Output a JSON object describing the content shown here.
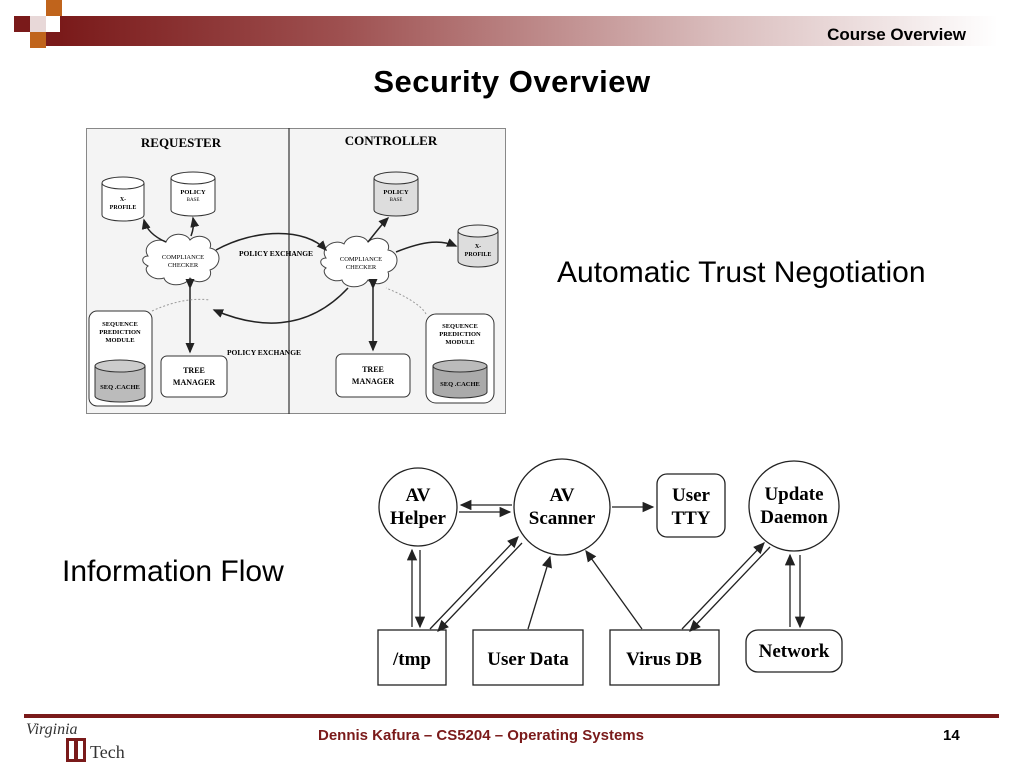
{
  "header": {
    "section": "Course Overview",
    "title": "Security Overview"
  },
  "atn": {
    "caption": "Automatic Trust Negotiation",
    "requester_label": "REQUESTER",
    "controller_label": "CONTROLLER",
    "policy_base": [
      "POLICY",
      "BASE"
    ],
    "x_profile": [
      "X-",
      "PROFILE"
    ],
    "compliance_checker": [
      "COMPLIANCE",
      "CHECKER"
    ],
    "policy_exchange": "POLICY EXCHANGE",
    "sequence_prediction": [
      "SEQUENCE",
      "PREDICTION",
      "MODULE"
    ],
    "seq_cache": "SEQ .CACHE",
    "tree_manager": [
      "TREE",
      "MANAGER"
    ]
  },
  "info_flow": {
    "caption": "Information Flow",
    "av_helper": [
      "AV",
      "Helper"
    ],
    "av_scanner": [
      "AV",
      "Scanner"
    ],
    "user_tty": [
      "User",
      "TTY"
    ],
    "update_daemon": [
      "Update",
      "Daemon"
    ],
    "tmp": "/tmp",
    "user_data": "User Data",
    "virus_db": "Virus DB",
    "network": "Network"
  },
  "footer": {
    "text": "Dennis Kafura – CS5204 – Operating Systems",
    "page": "14",
    "logo_top": "Virginia",
    "logo_bottom": "Tech"
  },
  "colors": {
    "maroon": "#7a1a1a",
    "orange": "#c0641c"
  }
}
